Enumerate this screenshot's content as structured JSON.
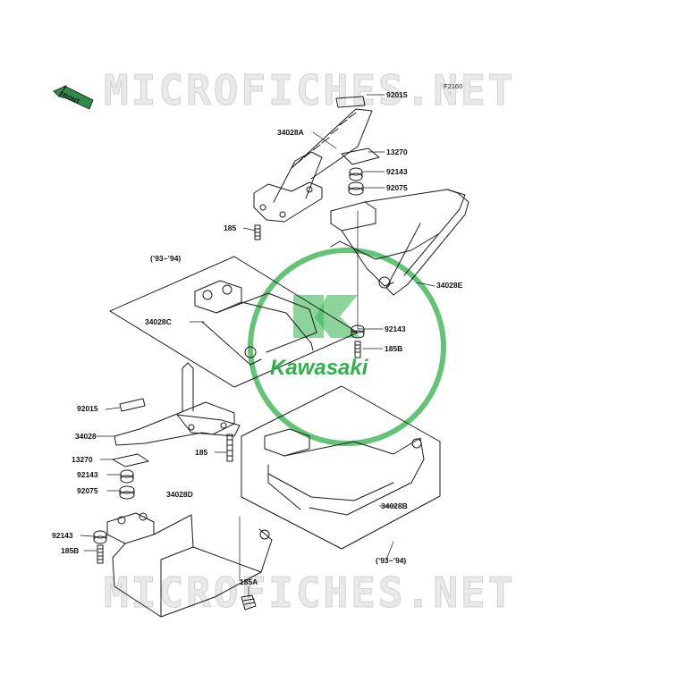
{
  "watermark": {
    "top": "MICROFICHES.NET",
    "bottom": "MICROFICHES.NET"
  },
  "figure_code": "F2160",
  "front_label": "FRONT",
  "brand_logo": "Kawasaki",
  "colors": {
    "logo_green": "#2fb04b",
    "arrow_green": "#2e8b4a",
    "line": "#1a1a1a"
  },
  "callouts": [
    {
      "id": "92015-top",
      "text": "92015"
    },
    {
      "id": "34028A",
      "text": "34028A"
    },
    {
      "id": "13270-top",
      "text": "13270"
    },
    {
      "id": "92143-top",
      "text": "92143"
    },
    {
      "id": "92075-top",
      "text": "92075"
    },
    {
      "id": "185-top",
      "text": "185"
    },
    {
      "id": "93-94-upper",
      "text": "(’93~’94)"
    },
    {
      "id": "34028E",
      "text": "34028E"
    },
    {
      "id": "34028C",
      "text": "34028C"
    },
    {
      "id": "92143-mid",
      "text": "92143"
    },
    {
      "id": "185B-mid",
      "text": "185B"
    },
    {
      "id": "92015-left",
      "text": "92015"
    },
    {
      "id": "34028",
      "text": "34028"
    },
    {
      "id": "185-mid",
      "text": "185"
    },
    {
      "id": "13270-left",
      "text": "13270"
    },
    {
      "id": "92143-left",
      "text": "92143"
    },
    {
      "id": "92075-left",
      "text": "92075"
    },
    {
      "id": "34028D",
      "text": "34028D"
    },
    {
      "id": "34028B",
      "text": "34028B"
    },
    {
      "id": "92143-bottom",
      "text": "92143"
    },
    {
      "id": "185B-bottom",
      "text": "185B"
    },
    {
      "id": "93-94-lower",
      "text": "(’93~’94)"
    },
    {
      "id": "185A",
      "text": "185A"
    }
  ]
}
